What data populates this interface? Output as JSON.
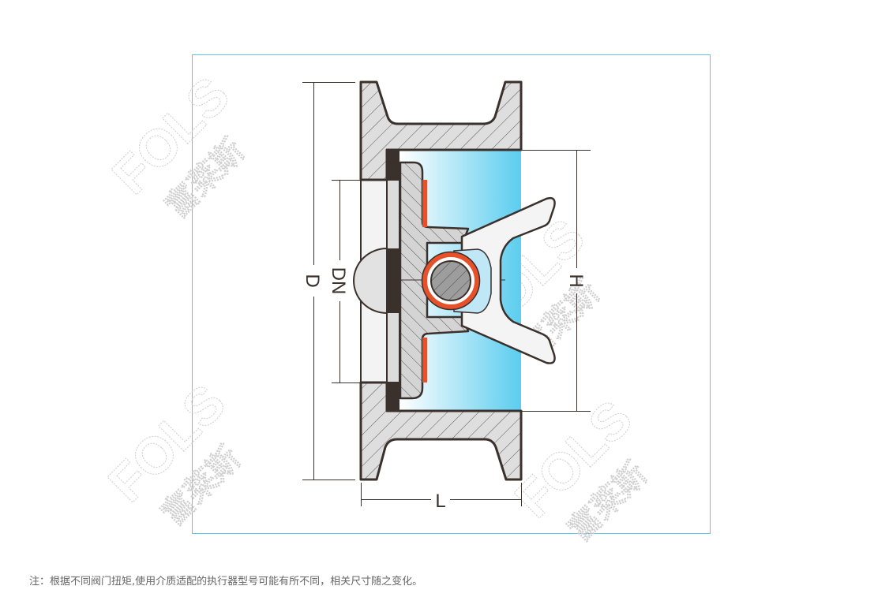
{
  "diagram": {
    "title": "Wafer check valve cross-section",
    "dimensions": {
      "D": "D",
      "DN": "DN",
      "H": "H",
      "L": "L"
    },
    "watermark": "FOLS 富莱斯",
    "colors": {
      "frame": "#62c2ea",
      "outline": "#3a302c",
      "seal": "#e8502a",
      "fluid": "#5bcdef",
      "body": "#dedede"
    }
  },
  "footer": {
    "note": "注：根据不同阀门扭矩,使用介质适配的执行器型号可能有所不同，相关尺寸随之变化。"
  }
}
